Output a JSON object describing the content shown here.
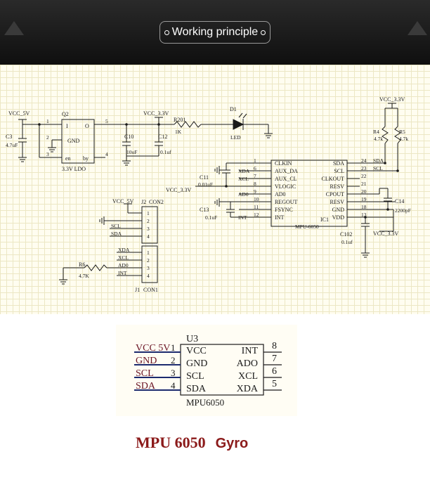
{
  "banner": {
    "title": "Working principle"
  },
  "schematic": {
    "nets": {
      "vcc5v_a": "VCC_5V",
      "vcc33_a": "VCC_3.3V",
      "vcc33_b": "VCC_3.3V",
      "vcc33_c": "VCC_3.3V",
      "vcc5v_b": "VCC_5V",
      "vcc33_d": "VCC_3.3V"
    },
    "ldo": {
      "ref": "Q2",
      "name": "3.3V LDO",
      "pin_i": "I",
      "pin_o": "O",
      "pin_gnd": "GND",
      "pin_en": "en",
      "pin_by": "by",
      "n1": "1",
      "n2": "2",
      "n3": "3",
      "n4": "4",
      "n5": "5"
    },
    "c3": {
      "ref": "C3",
      "value": "4.7uF"
    },
    "c10": {
      "ref": "C10",
      "value": "10uF"
    },
    "c12": {
      "ref": "C12",
      "value": "0.1uf"
    },
    "r201": {
      "ref": "R201",
      "value": "1K"
    },
    "d1": {
      "ref": "D1",
      "value": "LED"
    },
    "r4": {
      "ref": "R4",
      "value": "4.7k"
    },
    "r5": {
      "ref": "R5",
      "value": "4.7k"
    },
    "c11": {
      "ref": "C11",
      "value": "0.01uF"
    },
    "c13": {
      "ref": "C13",
      "value": "0.1uF"
    },
    "c14": {
      "ref": "C14",
      "value": "2200pF"
    },
    "c102": {
      "ref": "C102",
      "value": "0.1uf"
    },
    "r6": {
      "ref": "R6",
      "value": "4.7K"
    },
    "ic1": {
      "ref": "IC1",
      "part": "MPU-6050",
      "left_pins": [
        {
          "num": "1",
          "name": "CLKIN",
          "net": ""
        },
        {
          "num": "6",
          "name": "AUX_DA",
          "net": "XDA"
        },
        {
          "num": "7",
          "name": "AUX_CL",
          "net": "XCL"
        },
        {
          "num": "8",
          "name": "VLOGIC",
          "net": ""
        },
        {
          "num": "9",
          "name": "AD0",
          "net": "AD0"
        },
        {
          "num": "10",
          "name": "REGOUT",
          "net": ""
        },
        {
          "num": "11",
          "name": "FSYNC",
          "net": ""
        },
        {
          "num": "12",
          "name": "INT",
          "net": "INT"
        }
      ],
      "right_pins": [
        {
          "num": "24",
          "name": "SDA",
          "net": "SDA"
        },
        {
          "num": "23",
          "name": "SCL",
          "net": "SCL"
        },
        {
          "num": "22",
          "name": "CLKOUT",
          "net": ""
        },
        {
          "num": "21",
          "name": "RESV",
          "net": ""
        },
        {
          "num": "20",
          "name": "CPOUT",
          "net": ""
        },
        {
          "num": "19",
          "name": "RESV",
          "net": ""
        },
        {
          "num": "18",
          "name": "GND",
          "net": ""
        },
        {
          "num": "13",
          "name": "VDD",
          "net": ""
        }
      ]
    },
    "j2": {
      "ref": "J2",
      "name": "CON2",
      "pins": [
        "1",
        "2",
        "3",
        "4"
      ],
      "nets": [
        "",
        "",
        "SCL",
        "SDA"
      ]
    },
    "j1": {
      "ref": "J1",
      "name": "CON1",
      "pins": [
        "1",
        "2",
        "3",
        "4"
      ],
      "nets": [
        "XDA",
        "XCL",
        "AD0",
        "INT"
      ]
    }
  },
  "chip": {
    "ref": "U3",
    "part": "MPU6050",
    "left": [
      {
        "net": "VCC 5V",
        "num": "1",
        "name": "VCC"
      },
      {
        "net": "GND",
        "num": "2",
        "name": "GND"
      },
      {
        "net": "SCL",
        "num": "3",
        "name": "SCL"
      },
      {
        "net": "SDA",
        "num": "4",
        "name": "SDA"
      }
    ],
    "right": [
      {
        "num": "8",
        "name": "INT"
      },
      {
        "num": "7",
        "name": "ADO"
      },
      {
        "num": "6",
        "name": "XCL"
      },
      {
        "num": "5",
        "name": "XDA"
      }
    ]
  },
  "caption": {
    "part": "MPU 6050",
    "word": "Gyro"
  },
  "colors": {
    "banner": "#141414",
    "grid": "#ece7c4",
    "wire": "#1a1a1a",
    "pin_line": "#1c2a6e",
    "caption": "#8b1a1a"
  }
}
